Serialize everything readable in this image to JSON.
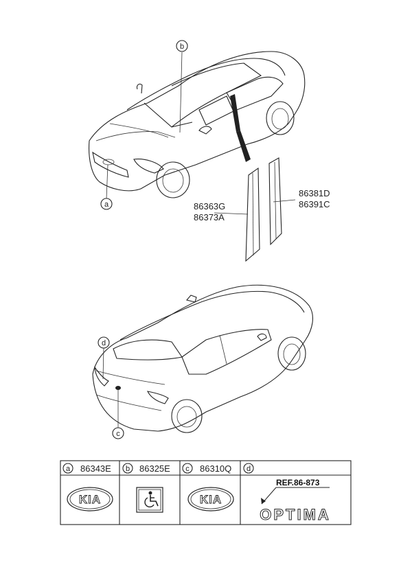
{
  "callouts": {
    "a": "a",
    "b": "b",
    "c": "c",
    "d": "d"
  },
  "parts": {
    "pillar_left_1": "86363G",
    "pillar_left_2": "86373A",
    "pillar_right_1": "86381D",
    "pillar_right_2": "86391C"
  },
  "legend": {
    "cells": [
      {
        "letter": "a",
        "part": "86343E",
        "emblem": "kia-emblem"
      },
      {
        "letter": "b",
        "part": "86325E",
        "emblem": "handicap-label"
      },
      {
        "letter": "c",
        "part": "86310Q",
        "emblem": "kia-emblem"
      },
      {
        "letter": "d",
        "part": "",
        "emblem": "optima-nameplate"
      }
    ],
    "kia_text": "KIA",
    "ref": "REF.86-873",
    "optima": "OPTIMA"
  }
}
